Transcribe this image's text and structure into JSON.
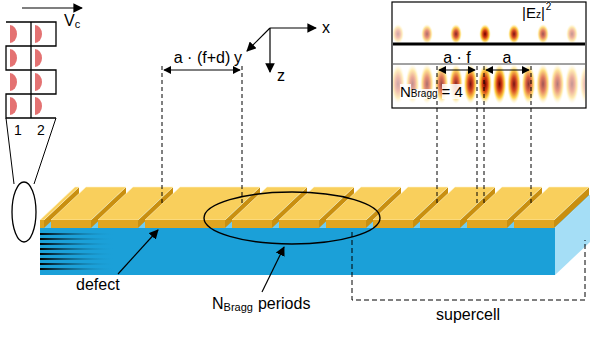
{
  "diagram": {
    "labels": [
      "V",
      "c",
      "1",
      "2",
      "x",
      "y",
      "z",
      "a · (f+d)",
      "a · f",
      "a",
      "|E",
      "z",
      "|",
      "2",
      "N",
      "Bragg",
      "= 4",
      "defect",
      "N",
      "Bragg",
      "periods",
      "supercell"
    ]
  }
}
